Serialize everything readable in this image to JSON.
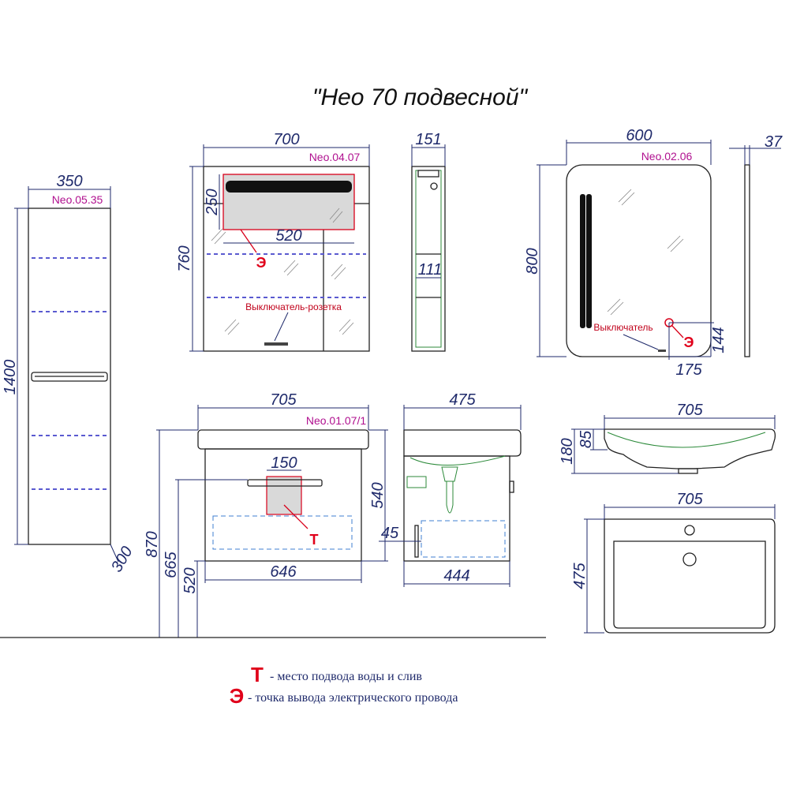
{
  "title": "\"Нео 70 подвесной\"",
  "products": {
    "pencil_case": {
      "code": "Neo.05.35",
      "width": "350",
      "height": "1400",
      "depth": "300"
    },
    "mirror_cabinet": {
      "code": "Neo.04.07",
      "width": "700",
      "height": "760",
      "lamp_height": "250",
      "lamp_width": "520",
      "switch_label": "Выключатель-розетка",
      "side_depth": "151",
      "shelf_depth": "111"
    },
    "mirror": {
      "code": "Neo.02.06",
      "width": "600",
      "height": "800",
      "depth": "37",
      "switch_label": "Выключатель",
      "switch_height": "144",
      "switch_offset": "175"
    },
    "vanity": {
      "code": "Neo.01.07/1",
      "width": "705",
      "body_width": "646",
      "height": "540",
      "cutout_width": "150",
      "floor_870": "870",
      "floor_665": "665",
      "floor_520": "520",
      "side_depth": "475",
      "inner_depth": "444",
      "offset": "45"
    },
    "basin": {
      "width_side": "705",
      "height": "180",
      "rim_height": "85",
      "width_top": "705",
      "depth": "475"
    }
  },
  "markers": {
    "electric": "Э",
    "water": "Т"
  },
  "legend": [
    {
      "symbol": "Т",
      "text": "- место подвода воды и слив"
    },
    {
      "symbol": "Э",
      "text": "-  точка вывода электрического провода"
    }
  ]
}
